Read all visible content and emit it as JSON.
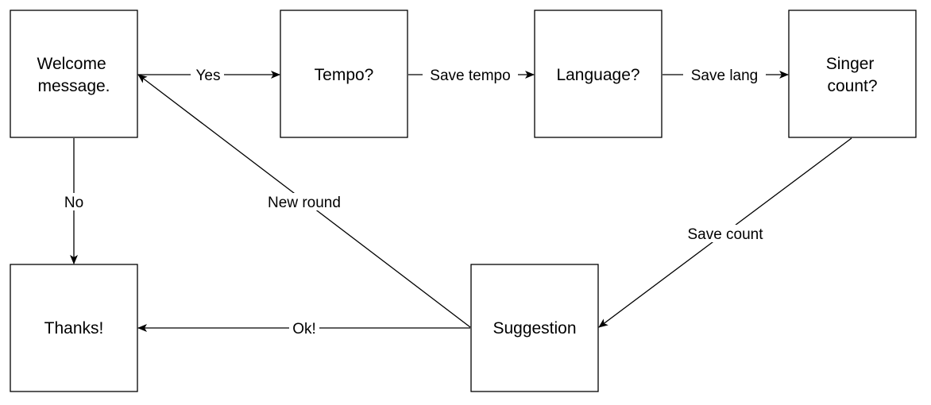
{
  "nodes": {
    "welcome": {
      "lines": [
        "Welcome",
        "message."
      ]
    },
    "tempo": {
      "lines": [
        "Tempo?"
      ]
    },
    "language": {
      "lines": [
        "Language?"
      ]
    },
    "singer": {
      "lines": [
        "Singer",
        "count?"
      ]
    },
    "thanks": {
      "lines": [
        "Thanks!"
      ]
    },
    "suggestion": {
      "lines": [
        "Suggestion"
      ]
    }
  },
  "edges": {
    "yes": {
      "label": "Yes"
    },
    "save_tempo": {
      "label": "Save tempo"
    },
    "save_lang": {
      "label": "Save lang"
    },
    "no": {
      "label": "No"
    },
    "new_round": {
      "label": "New round"
    },
    "save_count": {
      "label": "Save count"
    },
    "ok": {
      "label": "Ok!"
    }
  }
}
